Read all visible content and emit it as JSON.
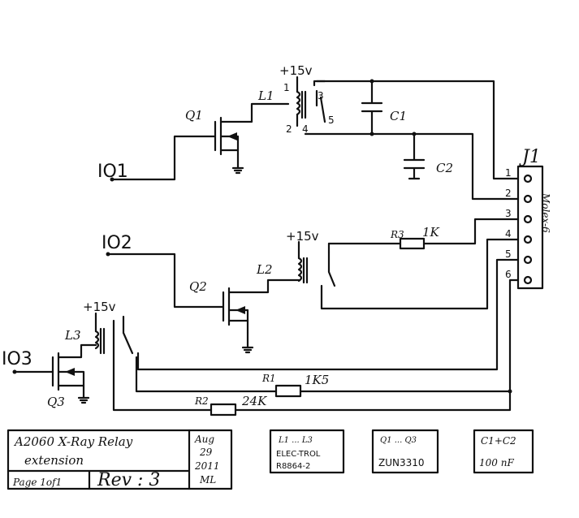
{
  "io": {
    "io1": "IO1",
    "io2": "IO2",
    "io3": "IO3"
  },
  "supply": {
    "l1": "+15v",
    "l2": "+15v",
    "l3": "+15v"
  },
  "components": {
    "q1": "Q1",
    "q2": "Q2",
    "q3": "Q3",
    "l1": "L1",
    "l2": "L2",
    "l3": "L3",
    "c1": "C1",
    "c2": "C2",
    "r3": "R3",
    "r3_value": "1K",
    "r1": "R1",
    "r1_value": "1K5",
    "r2": "R2",
    "r2_value": "24K"
  },
  "relay_pins": {
    "p1": "1",
    "p2": "2",
    "p3": "3",
    "p4": "4",
    "p5": "5"
  },
  "connector": {
    "name": "J1",
    "type": "Molex-6",
    "pins": [
      "1",
      "2",
      "3",
      "4",
      "5",
      "6"
    ]
  },
  "title_block": {
    "title_line1": "A2060   X-Ray Relay",
    "title_line2": "extension",
    "page": "Page 1of1",
    "rev": "Rev : 3",
    "date_month": "Aug",
    "date_day": "29",
    "date_year": "2011",
    "author": "ML"
  },
  "notes": [
    {
      "line1": "L1 ... L3",
      "line2": "ELEC-TROL",
      "line3": "R8864-2"
    },
    {
      "line1": "Q1 ... Q3",
      "line2": "ZUN3310"
    },
    {
      "line1": "C1+C2",
      "line2": "100 nF"
    }
  ]
}
